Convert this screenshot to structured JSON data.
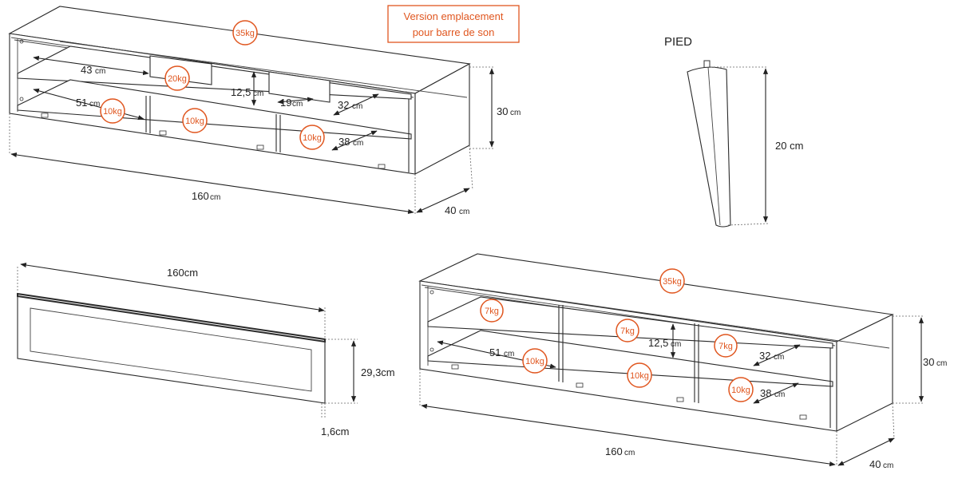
{
  "top_unit": {
    "note_line1": "Version emplacement",
    "note_line2": "pour barre de son",
    "weight_top": "35kg",
    "weight_soundbar": "20kg",
    "weight_left_bottom": "10kg",
    "weight_center_bottom": "10kg",
    "weight_right_bottom": "10kg",
    "dim_43": "43",
    "dim_51": "51",
    "dim_12_5": "12,5",
    "dim_19": "19",
    "dim_32": "32",
    "dim_38": "38",
    "dim_height": "30",
    "dim_length": "160",
    "dim_depth": "40",
    "unit": "cm"
  },
  "leg": {
    "title": "PIED",
    "height": "20 cm"
  },
  "door": {
    "length": "160cm",
    "height": "29,3cm",
    "thickness": "1,6cm"
  },
  "bottom_unit": {
    "weight_top": "35kg",
    "weight_shelf_left": "7kg",
    "weight_shelf_center": "7kg",
    "weight_shelf_right": "7kg",
    "weight_left_bottom": "10kg",
    "weight_center_bottom": "10kg",
    "weight_right_bottom": "10kg",
    "dim_51": "51",
    "dim_12_5": "12,5",
    "dim_32": "32",
    "dim_38": "38",
    "dim_height": "30",
    "dim_length": "160",
    "dim_depth": "40",
    "unit": "cm"
  }
}
